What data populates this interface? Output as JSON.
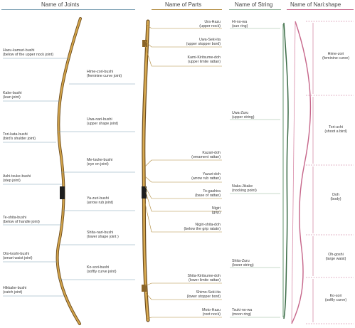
{
  "colors": {
    "joints": "#7a9fb3",
    "parts": "#b08a3c",
    "string": "#8fb296",
    "shape": "#c6668a",
    "bow_wood": "#c89a3e",
    "bow_dark": "#6f4e1f",
    "grip": "#1e1e1e"
  },
  "headers": {
    "joints": "Name of Joints",
    "parts": "Name of Parts",
    "string": "Name of String",
    "shape": "Name of Nari:shape"
  },
  "joints_left": [
    {
      "name": "Hazu-kamuri-bushi",
      "desc": "(below of the upper nock joint)"
    },
    {
      "name": "Kake-bushi",
      "desc": "(lean joint)"
    },
    {
      "name": "Tori-kata-bushi",
      "desc": "(bird's shulder joint)"
    },
    {
      "name": "Ashi-tsuke-bushi",
      "desc": "(step joint)"
    },
    {
      "name": "Te-shita-bushi",
      "desc": "(below of handle joint)"
    },
    {
      "name": "Oto-koshi-bushi",
      "desc": "(smart waist joint)"
    },
    {
      "name": "Hikkake-bushi",
      "desc": "(catch joint)"
    }
  ],
  "joints_right": [
    {
      "name": "Hime-zori-bushi",
      "desc": "(feminine curve joint)"
    },
    {
      "name": "Uwa-nari-bushi",
      "desc": "(upper shape joint)"
    },
    {
      "name": "Me-tsuke-bushi",
      "desc": "(eye on joint)"
    },
    {
      "name": "Ya-zuri-bushi",
      "desc": "(arrow rub joint)"
    },
    {
      "name": "Shita-nari-bushi",
      "desc": "(lower shape joint   )"
    },
    {
      "name": "Ko-sori-bushi",
      "desc": "(softly curve joint)"
    }
  ],
  "parts": [
    {
      "name": "Ura-Hazu",
      "desc": "(upper nock)"
    },
    {
      "name": "Uwa-Seki-ita",
      "desc": "(upper stopper bord)"
    },
    {
      "name": "Kami-Kiritsume-doh",
      "desc": "(upper limite rattan)"
    },
    {
      "name": "Kazari-doh",
      "desc": "(ornament rattan)"
    },
    {
      "name": "Yazuri-doh",
      "desc": "(arrow rub rattan)"
    },
    {
      "name": "To-gashira",
      "desc": "(base of rattan)"
    },
    {
      "name": "Nigiri",
      "desc": "(grip)"
    },
    {
      "name": "Nigiri-shita-doh",
      "desc": "(below the grip ratatn)"
    },
    {
      "name": "Shita-Kiritsume-doh",
      "desc": "(lower limite rattan)"
    },
    {
      "name": "Shimo-Seki-ita",
      "desc": "(lower stopper bord)"
    },
    {
      "name": "Moto-Hazu",
      "desc": "(root nock)"
    }
  ],
  "string_parts": [
    {
      "name": "Hi-no-wa",
      "desc": "(sun ring)"
    },
    {
      "name": "Uwa-Zuru",
      "desc": "(upper string)"
    },
    {
      "name": "Naka-Jikake",
      "desc": "(nocking point)"
    },
    {
      "name": "Shita-Zuru",
      "desc": "(lower string)"
    },
    {
      "name": "Tsuki-no-wa",
      "desc": "(moon ring)"
    }
  ],
  "shapes": [
    {
      "name": "Hime-zori",
      "desc": "(feminine curve)"
    },
    {
      "name": "Tori-uchi",
      "desc": "(shoot a bird)"
    },
    {
      "name": "Doh",
      "desc": "(body)"
    },
    {
      "name": "Oh-goshi",
      "desc": "(large waist)"
    },
    {
      "name": "Ko-sori",
      "desc": "(softly curve)"
    }
  ]
}
